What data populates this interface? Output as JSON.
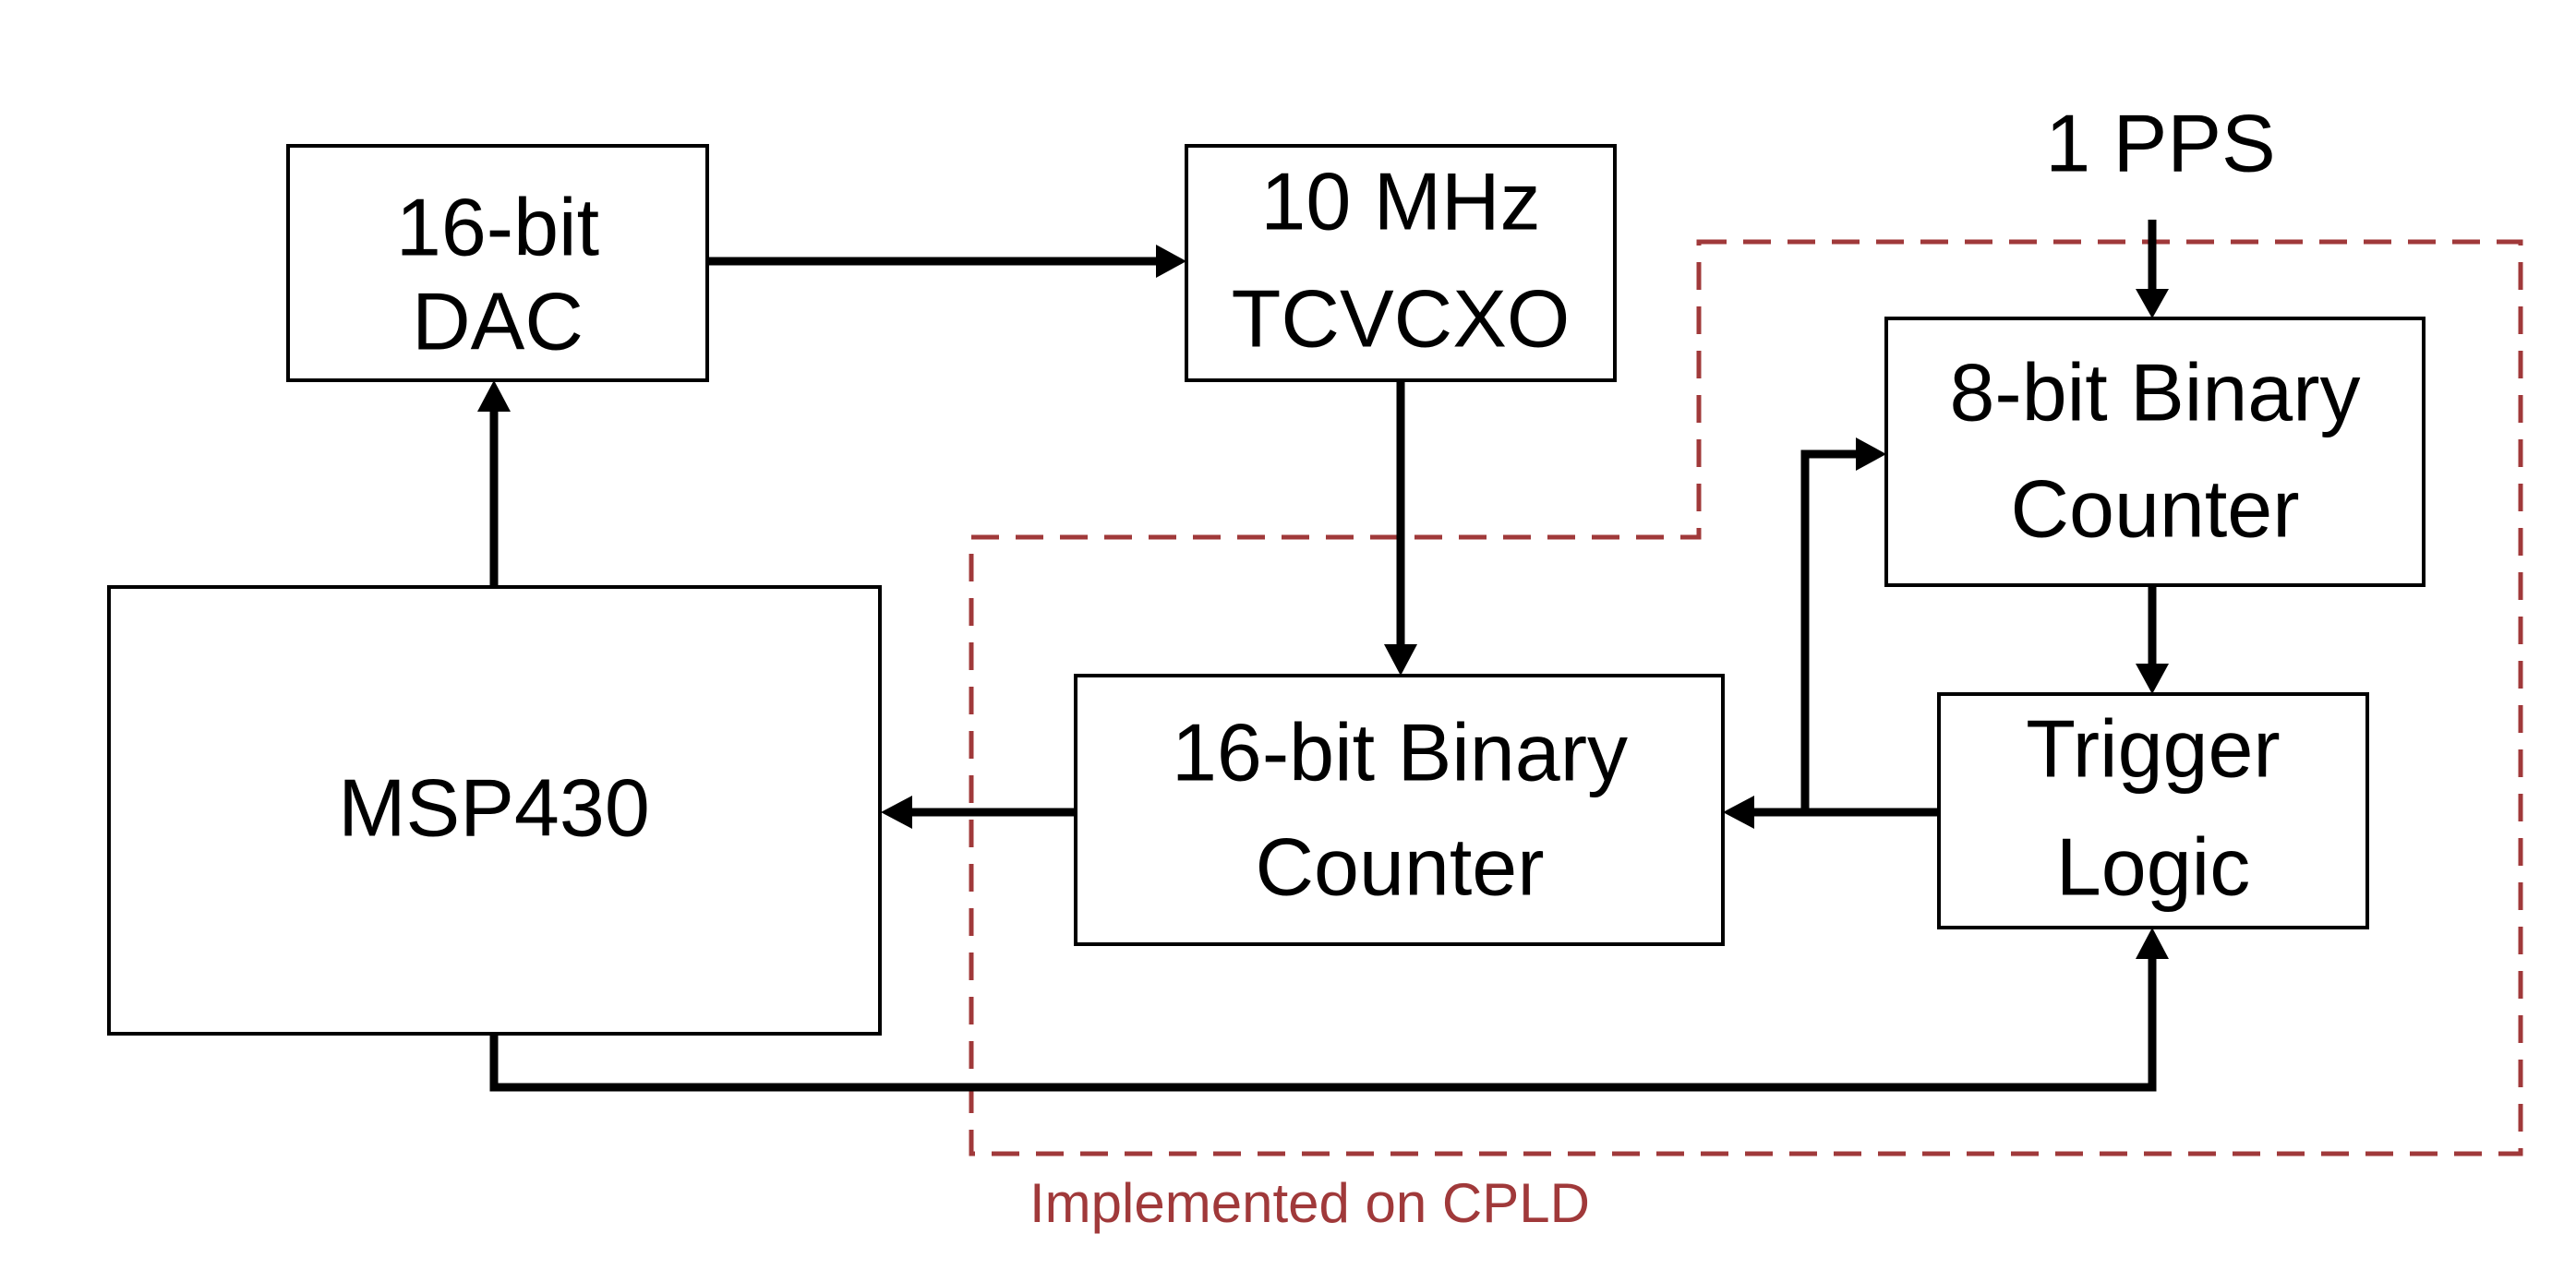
{
  "colors": {
    "block_stroke": "#000000",
    "wire": "#000000",
    "cpld_boundary": "#a0393a",
    "cpld_caption": "#a0393a"
  },
  "blocks": {
    "dac": {
      "lines": [
        "16-bit",
        "DAC"
      ]
    },
    "tcvcxo": {
      "lines": [
        "10 MHz",
        "TCVCXO"
      ]
    },
    "counter8": {
      "lines": [
        "8-bit Binary",
        "Counter"
      ]
    },
    "msp430": {
      "lines": [
        "MSP430"
      ]
    },
    "counter16": {
      "lines": [
        "16-bit Binary",
        "Counter"
      ]
    },
    "trigger": {
      "lines": [
        "Trigger",
        "Logic"
      ]
    }
  },
  "input_signal": "1 PPS",
  "cpld_caption": "Implemented on CPLD"
}
